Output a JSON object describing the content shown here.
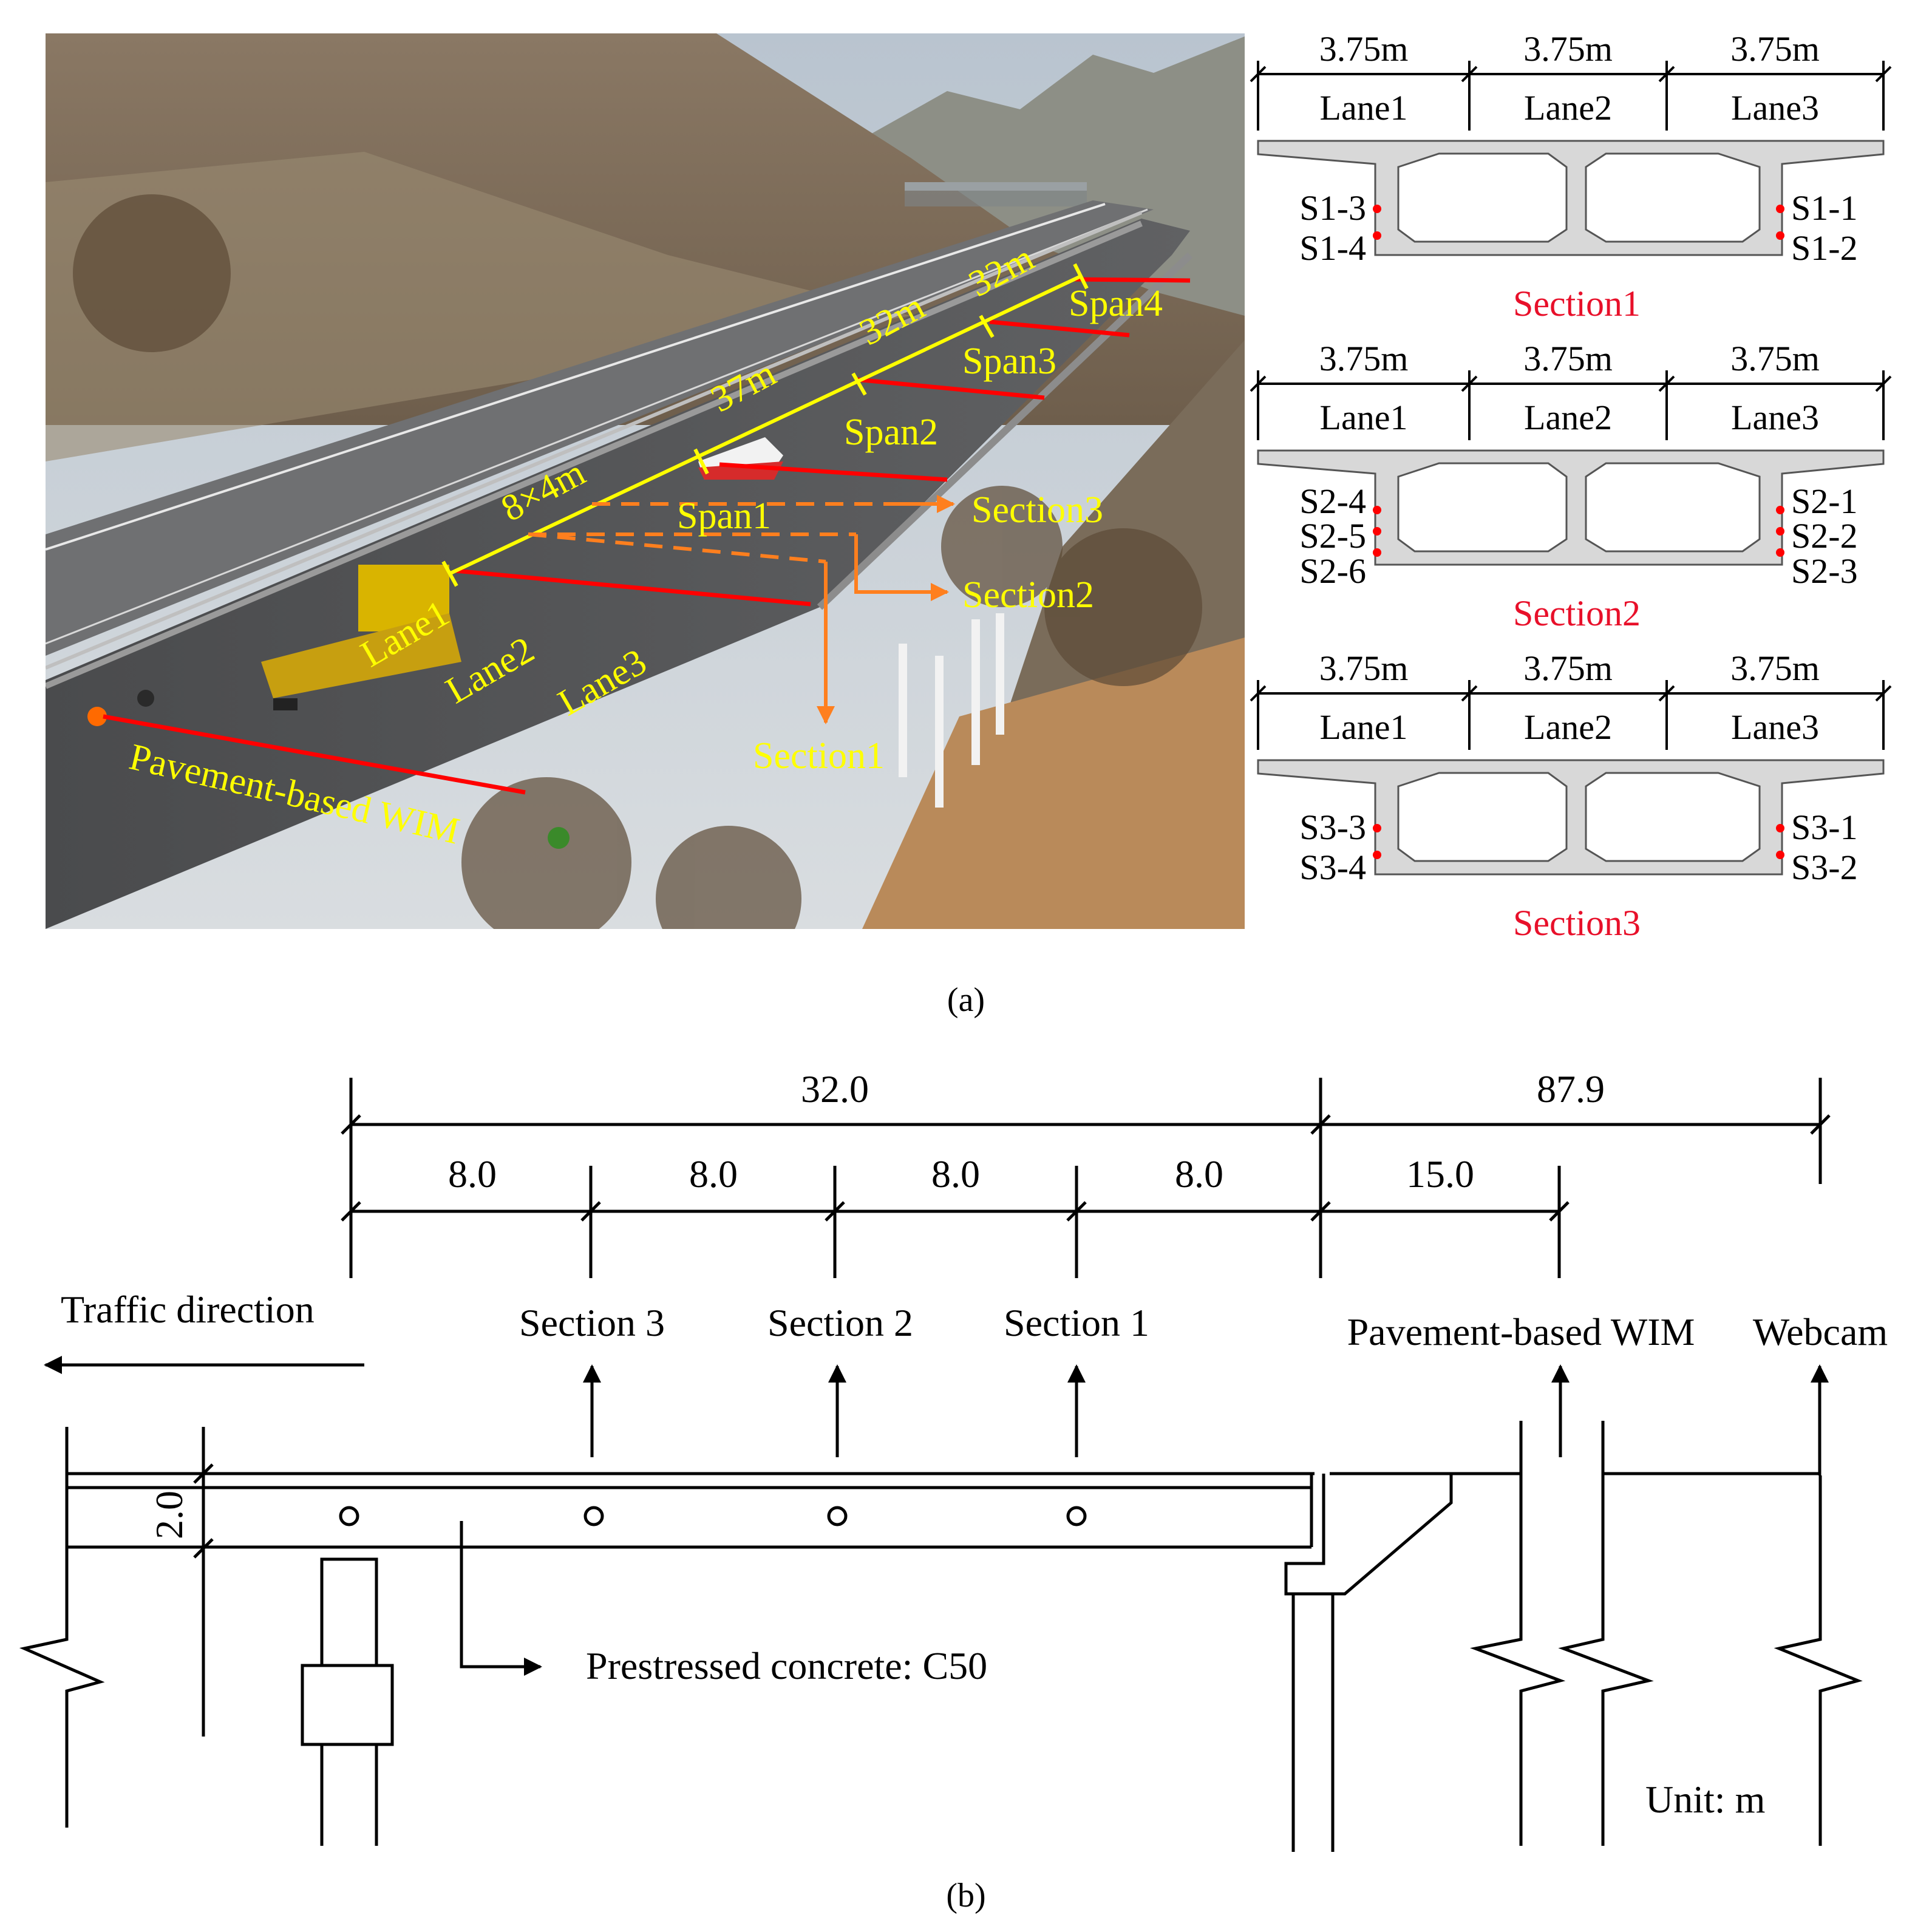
{
  "photo": {
    "span_lengths": [
      "8×4m",
      "37m",
      "32m",
      "32m"
    ],
    "spans": [
      "Span1",
      "Span2",
      "Span3",
      "Span4"
    ],
    "lanes": [
      "Lane1",
      "Lane2",
      "Lane3"
    ],
    "sections": [
      "Section3",
      "Section2",
      "Section1"
    ],
    "wim_label": "Pavement-based WIM"
  },
  "cross_sections": [
    {
      "title": "Section1",
      "lane_widths": [
        "3.75m",
        "3.75m",
        "3.75m"
      ],
      "lanes": [
        "Lane1",
        "Lane2",
        "Lane3"
      ],
      "sensors_left": [
        "S1-3",
        "S1-4"
      ],
      "sensors_right": [
        "S1-1",
        "S1-2"
      ]
    },
    {
      "title": "Section2",
      "lane_widths": [
        "3.75m",
        "3.75m",
        "3.75m"
      ],
      "lanes": [
        "Lane1",
        "Lane2",
        "Lane3"
      ],
      "sensors_left": [
        "S2-4",
        "S2-5",
        "S2-6"
      ],
      "sensors_right": [
        "S2-1",
        "S2-2",
        "S2-3"
      ]
    },
    {
      "title": "Section3",
      "lane_widths": [
        "3.75m",
        "3.75m",
        "3.75m"
      ],
      "lanes": [
        "Lane1",
        "Lane2",
        "Lane3"
      ],
      "sensors_left": [
        "S3-3",
        "S3-4"
      ],
      "sensors_right": [
        "S3-1",
        "S3-2"
      ]
    }
  ],
  "caption_a": "(a)",
  "caption_b": "(b)",
  "elevation": {
    "dim_top": [
      "32.0",
      "87.9"
    ],
    "dim_second": [
      "8.0",
      "8.0",
      "8.0",
      "8.0",
      "15.0"
    ],
    "depth": "2.0",
    "traffic_direction": "Traffic direction",
    "sections": [
      "Section 3",
      "Section 2",
      "Section 1"
    ],
    "wim": "Pavement-based WIM",
    "webcam": "Webcam",
    "material": "Prestressed concrete: C50",
    "unit": "Unit: m"
  },
  "colors": {
    "annotation_yellow": "#ffff00",
    "sensor_red": "#ff0000",
    "title_red": "#e8102a",
    "section_orange": "#ff7f1e",
    "deck_gray": "#d8d8d8"
  }
}
